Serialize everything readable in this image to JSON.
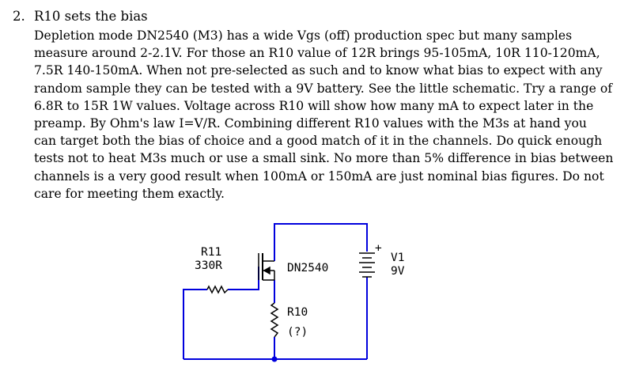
{
  "item": {
    "number": "2.",
    "title": "R10 sets the bias"
  },
  "paragraph_lines": [
    "Depletion mode DN2540 (M3) has a wide Vgs (off) production spec but many samples",
    "measure around 2-2.1V. For those an R10 value of 12R brings 95-105mA, 10R 110-120mA,",
    "7.5R 140-150mA. When not pre-selected as such and to know what bias to expect with any",
    "random sample they can be tested with a 9V battery. See the little schematic. Try a range of",
    "6.8R to 15R 1W values. Voltage across R10 will show how many mA to expect later in the",
    "preamp. By Ohm's law I=V/R. Combining different R10 values with the M3s at hand you",
    "can  target both the bias of choice and a good match of it in the channels. Do quick enough",
    "tests not to heat M3s much or use a small sink. No more than 5% difference in bias between",
    "channels is a very good result when 100mA or 150mA are just nominal bias figures. Do not",
    "care for meeting them exactly."
  ],
  "schematic": {
    "r11_name": "R11",
    "r11_value": "330R",
    "transistor": "DN2540",
    "r10_name": "R10",
    "r10_value": "(?)",
    "battery_name": "V1",
    "battery_value": "9V",
    "battery_polarity": "+"
  }
}
